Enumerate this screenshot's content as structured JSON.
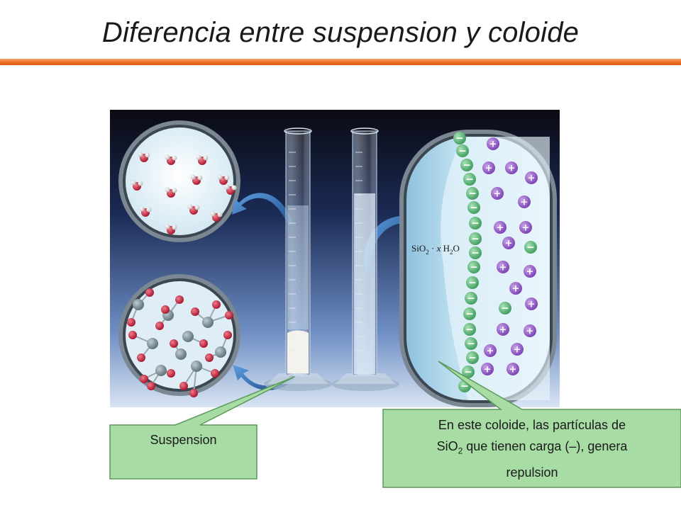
{
  "slide": {
    "title": "Diferencia entre suspension y coloide"
  },
  "figure": {
    "formula_prefix": "SiO",
    "formula_sub": "2",
    "formula_mid": " · ",
    "formula_x": "x",
    "formula_suffix": " H",
    "formula_sub2": "2",
    "formula_end": "O",
    "positive_sign": "+",
    "negative_sign": "−"
  },
  "callouts": {
    "suspension_label": "Suspension",
    "colloid_line1": "En este coloide, las  partículas de",
    "colloid_line2_a": "SiO",
    "colloid_line2_sub": "2",
    "colloid_line2_b": " que tienen carga (–), genera",
    "colloid_line3": "repulsion"
  },
  "colors": {
    "accent_rule": "#ec6c1f",
    "callout_fill": "#a8dca5",
    "callout_stroke": "#5a9a5a"
  }
}
